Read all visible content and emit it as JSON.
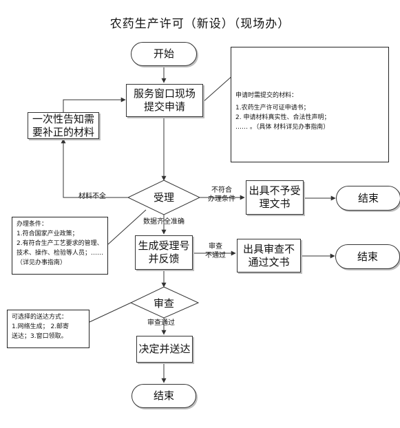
{
  "title": "农药生产许可（新设）（现场办）",
  "nodes": {
    "start": "开始",
    "submit_line1": "服务窗口现场",
    "submit_line2": "提交申请",
    "supplement_line1": "一次性告知需",
    "supplement_line2": "要补正的材料",
    "accept": "受理",
    "reject_line1": "出具不予受",
    "reject_line2": "理文书",
    "end_top": "结束",
    "receipt_line1": "生成受理号",
    "receipt_line2": "并反馈",
    "review_fail_line1": "出具审查不",
    "review_fail_line2": "通过文书",
    "end_middle": "结束",
    "review": "审查",
    "decide": "决定并送达",
    "end_bottom": "结束"
  },
  "edge_labels": {
    "incomplete": "材料不全",
    "not_meet_line1": "不符合",
    "not_meet_line2": "办理条件",
    "data_ok": "数据齐全准确",
    "review_fail_line1": "审查",
    "review_fail_line2": "不通过",
    "review_pass": "审查通过"
  },
  "notes": {
    "materials": {
      "title": "申请时需提交的材料：",
      "lines": [
        "1.农药生产许可证申请书；",
        "2. 申请材料真实性、合法性声明；",
        "…… 。（具体 材料详见办事指南）"
      ]
    },
    "conditions": {
      "title": "办理条件：",
      "lines": [
        "1.符合国家产业政策；",
        "2.有符合生产工艺要求的管理、",
        "技术、操作、检验等人员；……",
        "（详见办事指南）"
      ]
    },
    "delivery": {
      "title": "可选择的送达方式：",
      "lines": [
        "1.网络生成； 2.邮寄",
        "送达；3.窗口领取。"
      ]
    }
  }
}
